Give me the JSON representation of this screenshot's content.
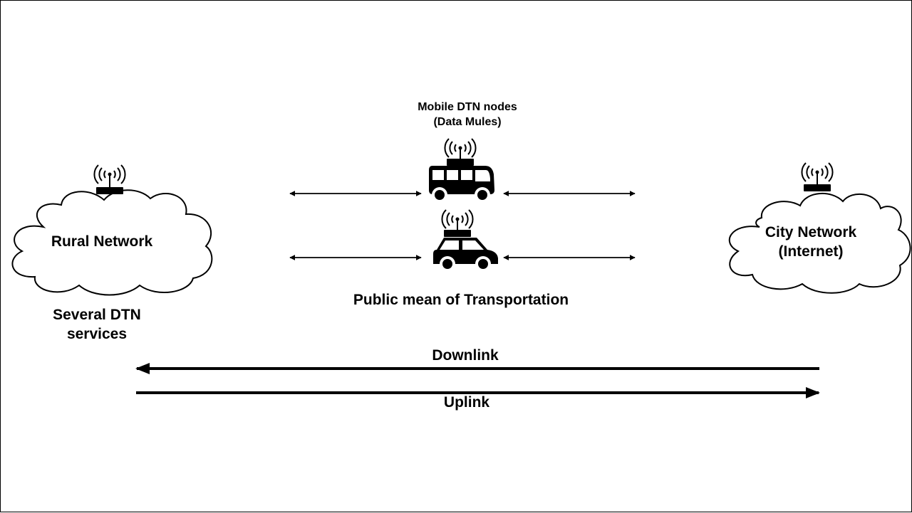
{
  "colors": {
    "ink": "#000000",
    "background": "#ffffff"
  },
  "labels": {
    "mobile_nodes_line1": "Mobile DTN nodes",
    "mobile_nodes_line2": "(Data Mules)",
    "rural_network": "Rural Network",
    "city_network_line1": "City Network",
    "city_network_line2": "(Internet)",
    "transport": "Public mean of Transportation",
    "services_line1": "Several DTN",
    "services_line2": "services",
    "downlink": "Downlink",
    "uplink": "Uplink"
  },
  "icons": {
    "rural_antenna": "antenna-icon",
    "city_antenna": "antenna-icon",
    "bus_antenna": "antenna-icon",
    "car_antenna": "antenna-icon",
    "bus": "bus-icon",
    "car": "car-icon",
    "rural_cloud": "cloud-icon",
    "city_cloud": "cloud-icon"
  }
}
